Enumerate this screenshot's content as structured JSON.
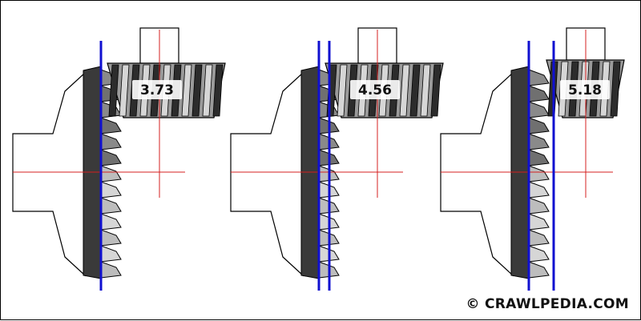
{
  "diagrams": [
    {
      "ratio_label": "3.73"
    },
    {
      "ratio_label": "4.56"
    },
    {
      "ratio_label": "5.18"
    }
  ],
  "credit": "© CRAWLPEDIA.COM",
  "colors": {
    "centerline": "#d42020",
    "offset_line": "#1010d0",
    "ring_gear_body": "#3a3a3a",
    "tooth_dark": "#707070",
    "tooth_light": "#d6d6d6",
    "outline": "#000000",
    "label_background": "#ffffff"
  }
}
